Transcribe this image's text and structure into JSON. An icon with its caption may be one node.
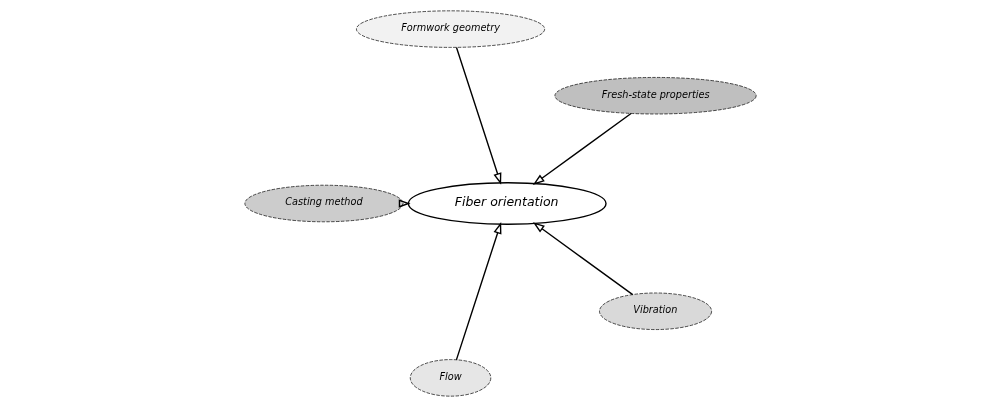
{
  "diagram": {
    "nodes": [
      {
        "text": [
          "Fiber orientation"
        ]
      },
      {
        "text": [
          "Fresh-state properties"
        ]
      },
      {
        "text": [
          "Formwork geometry"
        ]
      },
      {
        "text": [
          "Casting method"
        ]
      },
      {
        "text": [
          "Flow"
        ]
      },
      {
        "text": [
          "Vibration"
        ]
      }
    ],
    "edges": [
      {
        "from": 1,
        "to": 0,
        "arrow": "to"
      },
      {
        "from": 2,
        "to": 0,
        "arrow": "to"
      },
      {
        "from": 3,
        "to": 0,
        "arrow": "to"
      },
      {
        "from": 4,
        "to": 0,
        "arrow": "to"
      },
      {
        "from": 5,
        "to": 0,
        "arrow": "to"
      }
    ]
  }
}
